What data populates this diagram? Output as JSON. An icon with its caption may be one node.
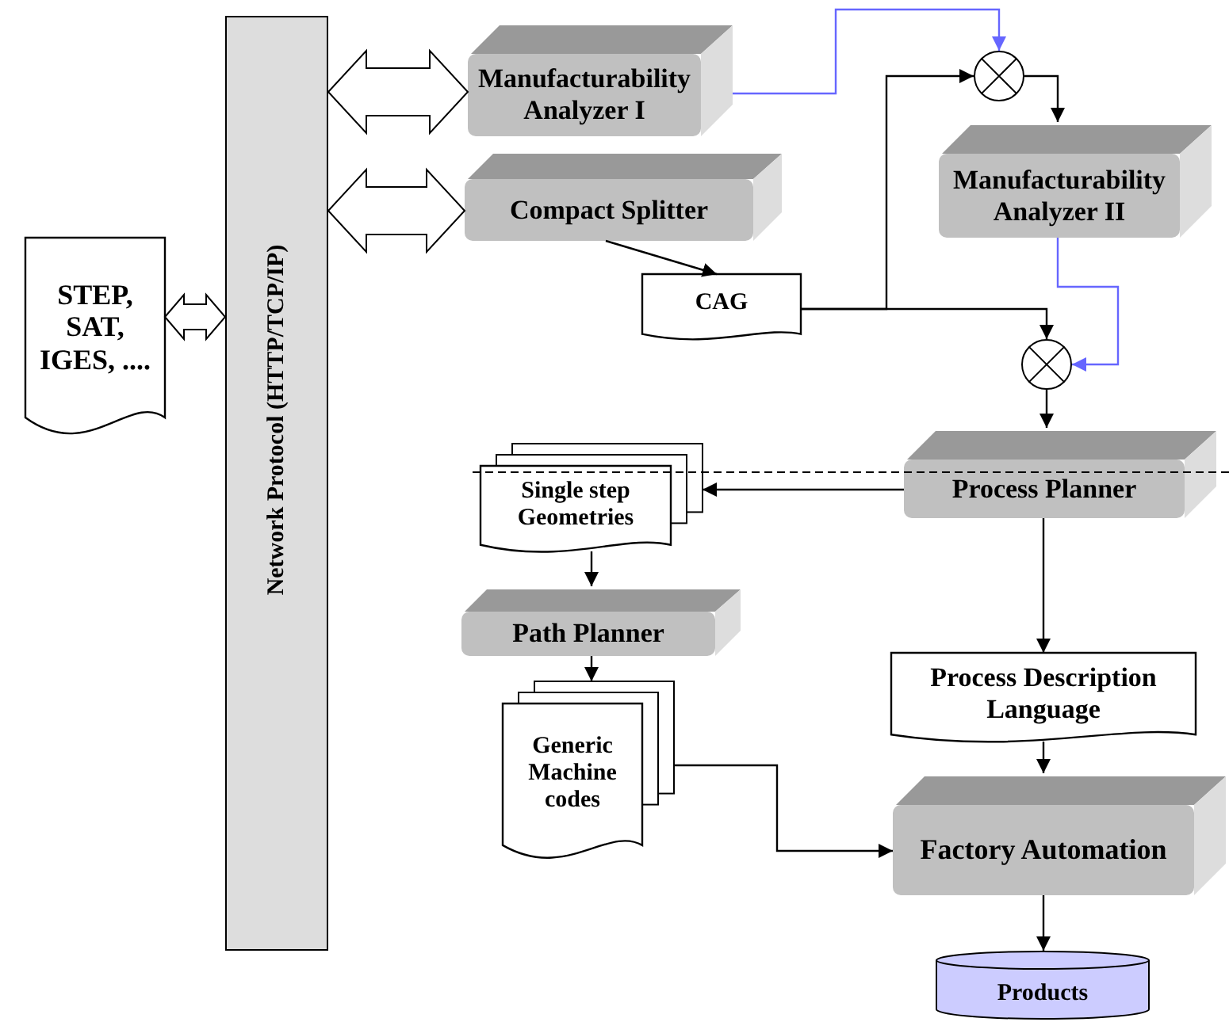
{
  "diagram": {
    "nodes": [
      {
        "text": [
          "STEP, SAT, IGES, ...."
        ]
      },
      {
        "text": [
          "Network Protocol (HTTP/TCP/IP)"
        ]
      },
      {
        "text": [
          "Manufacturability Analyzer I"
        ]
      },
      {
        "text": [
          "Compact Splitter"
        ]
      },
      {
        "text": [
          "CAG"
        ]
      },
      {
        "text": [],
        "shape": "circle"
      },
      {
        "text": [
          "Manufacturability Analyzer II"
        ]
      },
      {
        "text": [],
        "shape": "circle"
      },
      {
        "text": [
          "Process Planner"
        ]
      },
      {
        "text": [
          "Single step Geometries"
        ]
      },
      {
        "text": [
          "Path Planner"
        ]
      },
      {
        "text": [
          "Generic Machine codes"
        ]
      },
      {
        "text": [
          "Process Description Language"
        ]
      },
      {
        "text": [
          "Factory Automation"
        ]
      },
      {
        "text": [
          "Products"
        ]
      }
    ],
    "edges": [
      {
        "from": 0,
        "to": 1,
        "arrow": "both",
        "style": "thick"
      },
      {
        "from": 1,
        "to": 2,
        "arrow": "both",
        "style": "thick"
      },
      {
        "from": 1,
        "to": 3,
        "arrow": "both",
        "style": "thick"
      },
      {
        "from": 2,
        "to": 5,
        "arrow": "to",
        "color": "#6666ff"
      },
      {
        "from": 3,
        "to": 4,
        "arrow": "to"
      },
      {
        "from": 4,
        "to": 5,
        "arrow": "to"
      },
      {
        "from": 4,
        "to": 7,
        "arrow": "to"
      },
      {
        "from": 5,
        "to": 6,
        "arrow": "to"
      },
      {
        "from": 6,
        "to": 7,
        "arrow": "to",
        "color": "#6666ff"
      },
      {
        "from": 7,
        "to": 8,
        "arrow": "to"
      },
      {
        "from": 8,
        "to": 9,
        "arrow": "to"
      },
      {
        "from": 9,
        "to": 10,
        "arrow": "to"
      },
      {
        "from": 10,
        "to": 11,
        "arrow": "to"
      },
      {
        "from": 8,
        "to": 12,
        "arrow": "to"
      },
      {
        "from": 11,
        "to": 13,
        "arrow": "to"
      },
      {
        "from": 12,
        "to": 13,
        "arrow": "to"
      },
      {
        "from": 13,
        "to": 14,
        "arrow": "to"
      }
    ]
  }
}
